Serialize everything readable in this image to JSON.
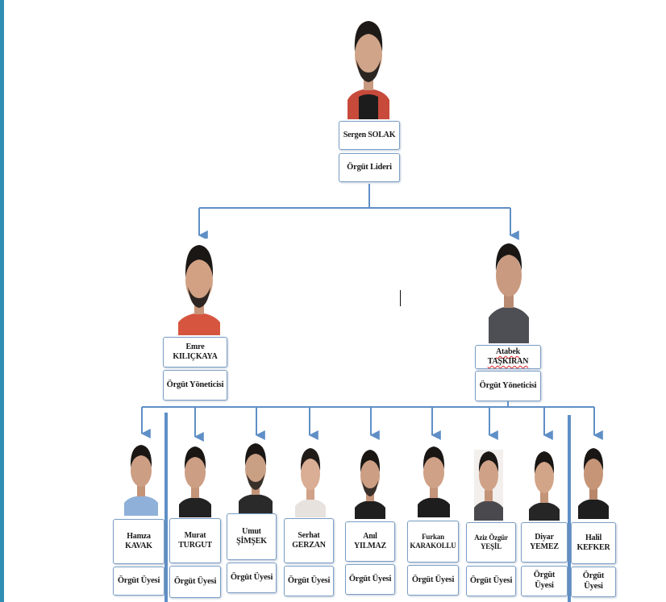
{
  "leader": {
    "name": "Sergen SOLAK",
    "role": "Örgüt Lideri"
  },
  "managers": [
    {
      "name": "Emre KILIÇKAYA",
      "role": "Örgüt Yöneticisi"
    },
    {
      "name": "Atabek TAŞKIRAN",
      "role": "Örgüt Yöneticisi"
    }
  ],
  "members": [
    {
      "name": "Hamza KAVAK",
      "role": "Örgüt Üyesi"
    },
    {
      "name": "Murat TURGUT",
      "role": "Örgüt Üyesi"
    },
    {
      "name": "Umut ŞİMŞEK",
      "role": "Örgüt Üyesi"
    },
    {
      "name": "Serhat GERZAN",
      "role": "Örgüt Üyesi"
    },
    {
      "name": "Anıl YILMAZ",
      "role": "Örgüt Üyesi"
    },
    {
      "name": "Furkan KARAKOLLU",
      "role": "Örgüt Üyesi"
    },
    {
      "name": "Aziz Özgür YEŞİL",
      "role": "Örgüt Üyesi"
    },
    {
      "name": "Diyar YEMEZ",
      "role": "Örgüt Üyesi"
    },
    {
      "name": "Halil KEFKER",
      "role": "Örgüt Üyesi"
    }
  ],
  "colors": {
    "connector": "#5f8fc6",
    "frame": "#2e8fb3",
    "box_border": "#7a9ec4"
  }
}
